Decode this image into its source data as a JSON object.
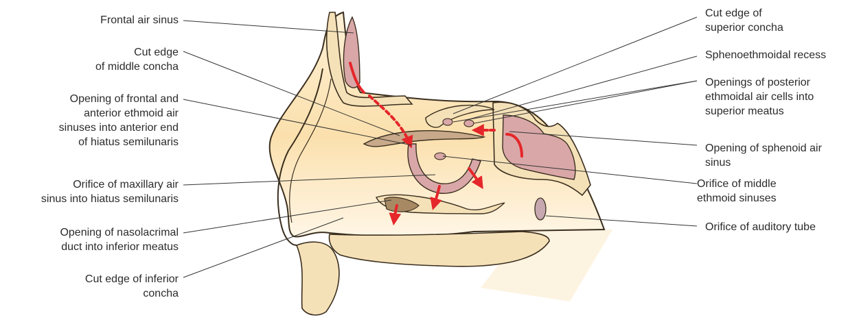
{
  "colors": {
    "bone": "#f5e1b8",
    "bone_outline": "#3a2e1e",
    "cavity": "#fbe3b2",
    "sinus": "#d9a7a8",
    "arrow": "#e5262a",
    "leader": "#333333"
  },
  "labels_left": [
    {
      "name": "frontal-air-sinus",
      "text": "Frontal air sinus"
    },
    {
      "name": "cut-edge-middle-concha",
      "text": "Cut edge\nof middle concha"
    },
    {
      "name": "opening-frontal-anterior-ethmoid",
      "text": "Opening  of frontal and\nanterior ethmoid air\nsinuses into anterior end\nof hiatus semilunaris"
    },
    {
      "name": "orifice-maxillary-sinus",
      "text": "Orifice of maxillary air\nsinus into hiatus semilunaris"
    },
    {
      "name": "opening-nasolacrimal-duct",
      "text": "Opening of nasolacrimal\nduct into inferior meatus"
    },
    {
      "name": "cut-edge-inferior-concha",
      "text": "Cut edge of inferior\nconcha"
    }
  ],
  "labels_right": [
    {
      "name": "cut-edge-superior-concha",
      "text": "Cut edge of\nsuperior concha"
    },
    {
      "name": "sphenoethmoidal-recess",
      "text": "Sphenoethmoidal recess"
    },
    {
      "name": "openings-posterior-ethmoidal",
      "text": "Openings of posterior\nethmoidal air cells into\nsuperior meatus"
    },
    {
      "name": "opening-sphenoid-sinus",
      "text": "Opening of sphenoid air\nsinus"
    },
    {
      "name": "orifice-middle-ethmoid",
      "text": "Orifice of middle\nethmoid sinuses"
    },
    {
      "name": "orifice-auditory-tube",
      "text": "Orifice of auditory tube"
    }
  ]
}
